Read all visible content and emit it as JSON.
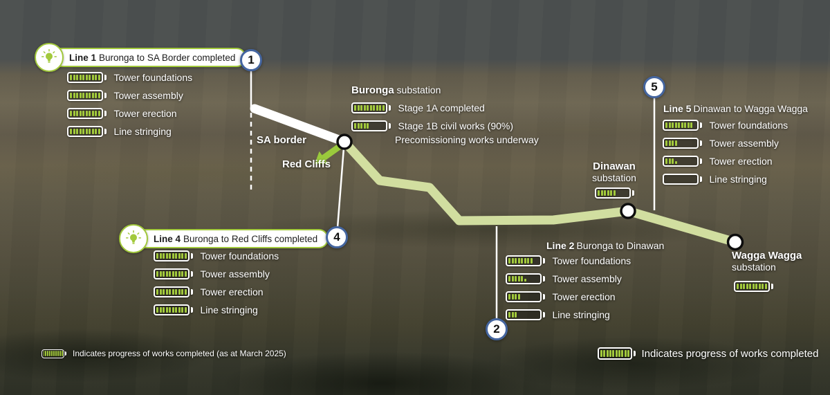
{
  "colors": {
    "green": "#a2c93c",
    "pale_route": "#d9e7a6",
    "marker_ring": "#44659f"
  },
  "callouts": {
    "line1": {
      "strong": "Line 1",
      "rest": "Buronga to SA Border completed",
      "items": [
        {
          "label": "Tower foundations",
          "progress": 100
        },
        {
          "label": "Tower assembly",
          "progress": 100
        },
        {
          "label": "Tower erection",
          "progress": 100
        },
        {
          "label": "Line stringing",
          "progress": 100
        }
      ]
    },
    "line4": {
      "strong": "Line 4",
      "rest": "Buronga to Red Cliffs completed",
      "items": [
        {
          "label": "Tower foundations",
          "progress": 100
        },
        {
          "label": "Tower assembly",
          "progress": 100
        },
        {
          "label": "Tower erection",
          "progress": 100
        },
        {
          "label": "Line stringing",
          "progress": 100
        }
      ]
    },
    "line2": {
      "strong": "Line 2",
      "rest": "Buronga to Dinawan",
      "items": [
        {
          "label": "Tower foundations",
          "progress": 80
        },
        {
          "label": "Tower assembly",
          "progress": 55
        },
        {
          "label": "Tower erection",
          "progress": 40
        },
        {
          "label": "Line stringing",
          "progress": 30
        }
      ]
    },
    "line5": {
      "strong": "Line 5",
      "rest": "Dinawan to Wagga Wagga",
      "items": [
        {
          "label": "Tower foundations",
          "progress": 90
        },
        {
          "label": "Tower assembly",
          "progress": 40
        },
        {
          "label": "Tower erection",
          "progress": 35
        },
        {
          "label": "Line stringing",
          "progress": 0
        }
      ]
    }
  },
  "map": {
    "labels": {
      "sa_border": "SA border",
      "red_cliffs": "Red Cliffs"
    },
    "markers": {
      "m1": "1",
      "m2": "2",
      "m4": "4",
      "m5": "5"
    },
    "substations": {
      "buronga": {
        "strong": "Buronga",
        "rest": " substation",
        "items": [
          {
            "label": "Stage 1A completed",
            "progress": 100
          },
          {
            "label": "Stage 1B civil works (90%)",
            "progress": 50
          }
        ],
        "note": "Precomissioning works underway"
      },
      "dinawan": {
        "name": "Dinawan",
        "type": "substation",
        "progress": 60
      },
      "wagga": {
        "name": "Wagga Wagga",
        "type": "substation",
        "progress": 100
      }
    }
  },
  "legends": {
    "left": {
      "text": "Indicates progress of works completed (as at March 2025)",
      "progress": 100
    },
    "right": {
      "text": "Indicates progress of works completed",
      "progress": 100
    }
  }
}
